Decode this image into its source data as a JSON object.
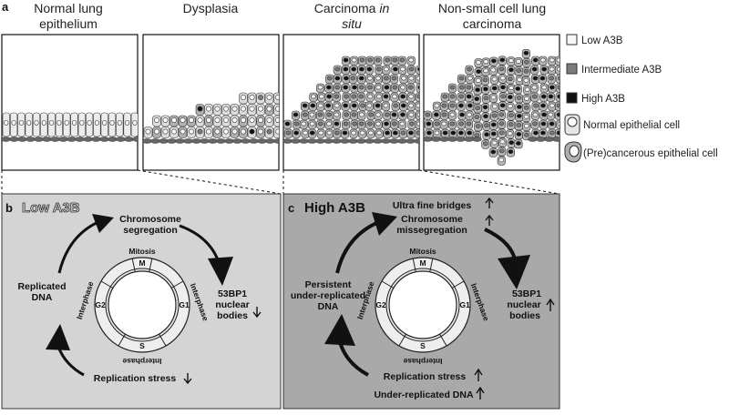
{
  "figure_label_a": "a",
  "stages": [
    {
      "line1": "Normal lung",
      "line2": "epithelium",
      "line2_italic": ""
    },
    {
      "line1": "Dysplasia",
      "line2": "",
      "line2_italic": ""
    },
    {
      "line1": "Carcinoma",
      "line1_italic": "in",
      "line2": "situ"
    },
    {
      "line1": "Non-small cell lung",
      "line2": "carcinoma",
      "line2_italic": ""
    }
  ],
  "legend": [
    {
      "label": "Low A3B",
      "color": "#f7f7f7"
    },
    {
      "label": "Intermediate A3B",
      "color": "#7a7a7a"
    },
    {
      "label": "High A3B",
      "color": "#111111"
    },
    {
      "label": "Normal epithelial cell",
      "color": "#d6d6d6"
    },
    {
      "label": "(Pre)cancerous epithelial cell",
      "color": "#b0b0b0"
    }
  ],
  "panel_b": {
    "letter": "b",
    "title": "Low A3B",
    "bg": "#d4d4d4",
    "chromosome": [
      "Chromosome",
      "segregation"
    ],
    "bodies": [
      "53BP1",
      "nuclear",
      "bodies"
    ],
    "replicated": [
      "Replicated",
      "DNA"
    ],
    "stress": "Replication stress",
    "ring": {
      "mitosis": "Mitosis",
      "m": "M",
      "g1": "G1",
      "g2": "G2",
      "s": "S",
      "interphase_left": "Interphase",
      "interphase_right": "Interphase",
      "interphase_bottom": "Interphase"
    }
  },
  "panel_c": {
    "letter": "c",
    "title": "High A3B",
    "bg": "#a9a9a9",
    "ultra": "Ultra fine bridges",
    "chromosome": [
      "Chromosome",
      "missegregation"
    ],
    "bodies": [
      "53BP1",
      "nuclear",
      "bodies"
    ],
    "persistent": [
      "Persistent",
      "under-replicated",
      "DNA"
    ],
    "stress": "Replication stress",
    "under": "Under-replicated DNA",
    "ring": {
      "mitosis": "Mitosis",
      "m": "M",
      "g1": "G1",
      "g2": "G2",
      "s": "S",
      "interphase_left": "Interphase",
      "interphase_right": "Interphase",
      "interphase_bottom": "Interphase"
    }
  }
}
